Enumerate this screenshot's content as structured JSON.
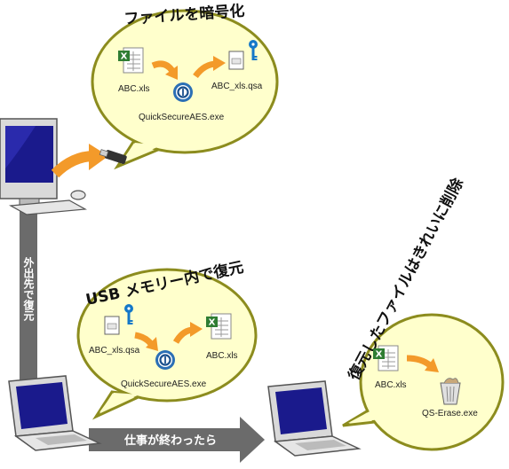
{
  "bubbles": {
    "encrypt": {
      "title": "ファイルを暗号化",
      "source_file": "ABC.xls",
      "tool": "QuickSecureAES.exe",
      "output_file": "ABC_xls.qsa"
    },
    "restore": {
      "title": "USB メモリー内で復元",
      "source_file": "ABC_xls.qsa",
      "tool": "QuickSecureAES.exe",
      "output_file": "ABC.xls"
    },
    "erase": {
      "title": "復元したファイルはきれいに削除",
      "source_file": "ABC.xls",
      "tool": "QS-Erase.exe"
    }
  },
  "arrows": {
    "vertical_label": "外出先で復元",
    "horizontal_label": "仕事が終わったら"
  },
  "colors": {
    "bubble_fill": "#ffffcc",
    "bubble_stroke": "#8c8c1e",
    "arrow_orange": "#f39a2a",
    "flow_gray": "#6b6b6b",
    "screen_blue": "#1a1a8c",
    "key_blue": "#1478c8",
    "excel_green": "#2f7d32"
  },
  "icons": [
    "excel-file-icon",
    "qsa-file-icon",
    "key-icon",
    "quicksecure-app-icon",
    "usb-stick-icon",
    "desktop-computer-icon",
    "laptop-icon",
    "recycle-bin-icon"
  ]
}
